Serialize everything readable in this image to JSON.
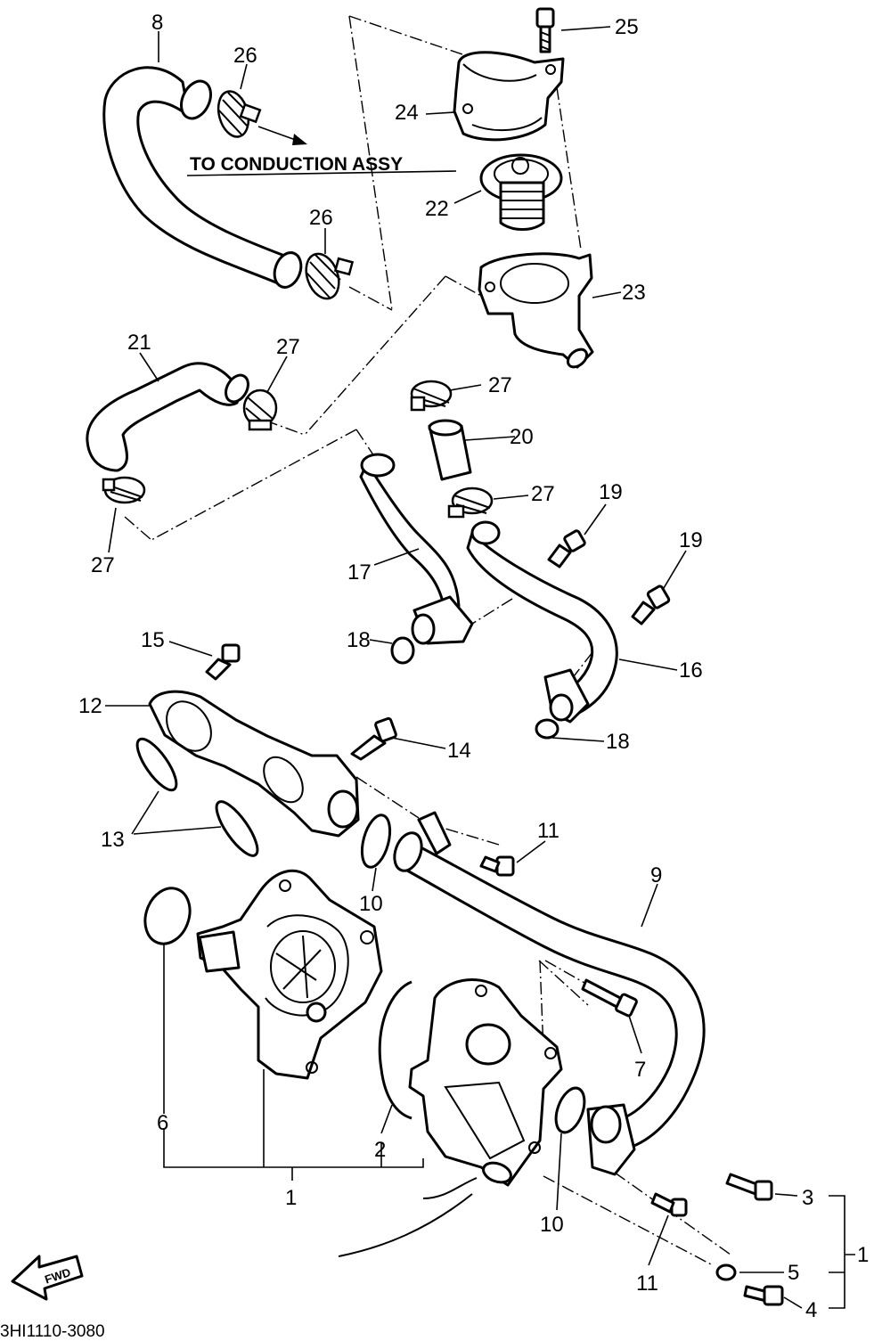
{
  "diagram": {
    "annotation": "TO CONDUCTION ASSY",
    "drawing_code": "3HI1110-3080",
    "fwd_label": "FWD"
  },
  "callouts": {
    "c1a": "1",
    "c1b": "1",
    "c2": "2",
    "c3": "3",
    "c4": "4",
    "c5": "5",
    "c6": "6",
    "c7": "7",
    "c8": "8",
    "c9": "9",
    "c10a": "10",
    "c10b": "10",
    "c11a": "11",
    "c11b": "11",
    "c12": "12",
    "c13": "13",
    "c14": "14",
    "c15": "15",
    "c16": "16",
    "c17": "17",
    "c18a": "18",
    "c18b": "18",
    "c19a": "19",
    "c19b": "19",
    "c20": "20",
    "c21": "21",
    "c22": "22",
    "c23": "23",
    "c24": "24",
    "c25": "25",
    "c26a": "26",
    "c26b": "26",
    "c27a": "27",
    "c27b": "27",
    "c27c": "27",
    "c27d": "27"
  }
}
